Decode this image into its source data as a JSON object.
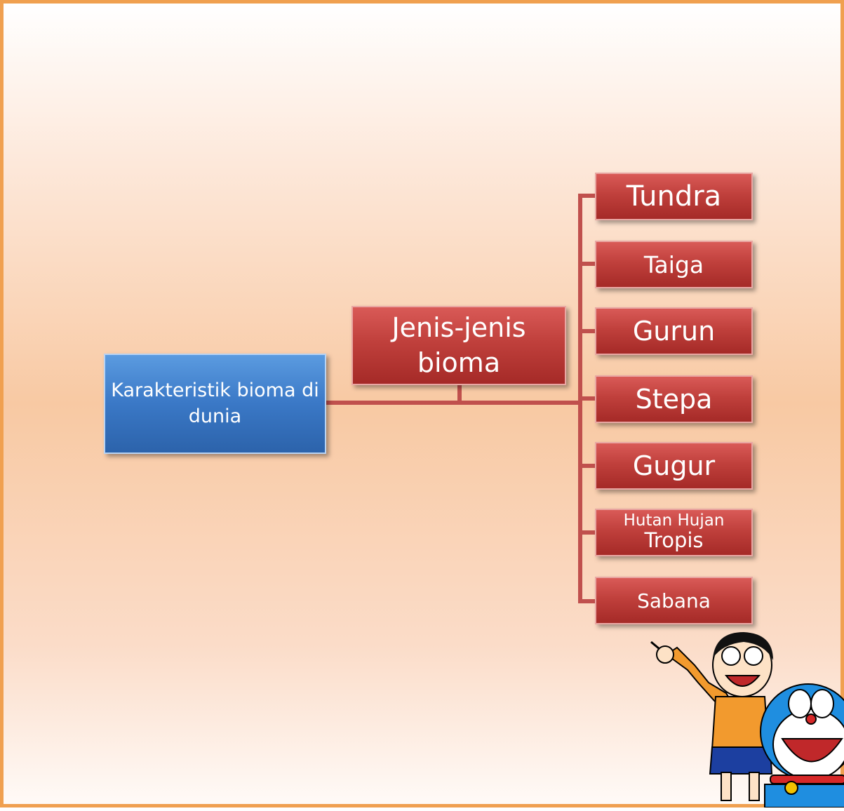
{
  "diagram": {
    "root": {
      "label": "Karakteristik bioma di dunia"
    },
    "middle": {
      "label": "Jenis-jenis bioma"
    },
    "leaves": [
      {
        "label": "Tundra"
      },
      {
        "label": "Taiga"
      },
      {
        "label": "Gurun"
      },
      {
        "label": "Stepa"
      },
      {
        "label": "Gugur"
      },
      {
        "label_line1": "Hutan Hujan",
        "label_line2": "Tropis"
      },
      {
        "label": "Sabana"
      }
    ]
  },
  "colors": {
    "border": "#f0a050",
    "connector": "#c0504d",
    "leaf_box": "#c0403c",
    "root_box": "#3a78c6"
  },
  "illustration": {
    "icon": "cartoon-characters-illustration"
  }
}
